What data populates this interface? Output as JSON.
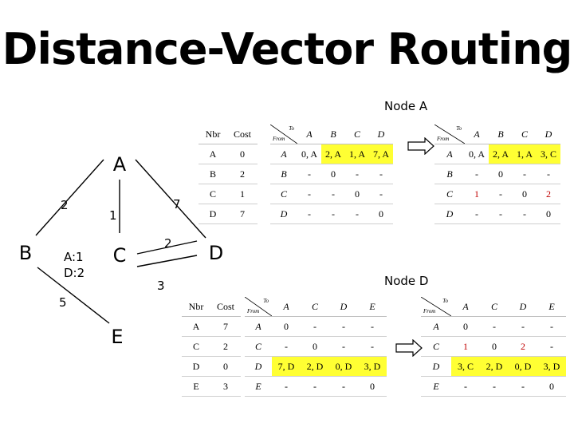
{
  "title": "Distance-Vector Routing",
  "sections": {
    "node_a": "Node A",
    "node_d": "Node D"
  },
  "graph": {
    "nodes": {
      "a": "A",
      "b": "B",
      "c": "C",
      "d": "D",
      "e": "E"
    },
    "weights": {
      "a_b": "2",
      "a_c": "1",
      "a_d": "7",
      "c_d": "2",
      "c_e": "3",
      "b_e": "5"
    },
    "c_costs": [
      "A:1",
      "D:2"
    ]
  },
  "colors": {
    "highlight": "#ffff33",
    "changed_text": "#c00000"
  },
  "tables": {
    "a_nbr": {
      "header": [
        "Nbr",
        "Cost"
      ],
      "rows": [
        [
          "A",
          "0"
        ],
        [
          "B",
          "2"
        ],
        [
          "C",
          "1"
        ],
        [
          "D",
          "7"
        ]
      ]
    },
    "a_dv1": {
      "header_to": "To",
      "header_from": "From",
      "cols": [
        "A",
        "B",
        "C",
        "D"
      ],
      "rows": [
        {
          "label": "A",
          "cells": [
            "0, A",
            "2, A",
            "1, A",
            "7, A"
          ],
          "hl": [
            false,
            true,
            true,
            true
          ],
          "red": [
            false,
            false,
            false,
            false
          ]
        },
        {
          "label": "B",
          "cells": [
            "-",
            "0",
            "-",
            "-"
          ],
          "hl": [
            false,
            false,
            false,
            false
          ],
          "red": [
            false,
            false,
            false,
            false
          ]
        },
        {
          "label": "C",
          "cells": [
            "-",
            "-",
            "0",
            "-"
          ],
          "hl": [
            false,
            false,
            false,
            false
          ],
          "red": [
            false,
            false,
            false,
            false
          ]
        },
        {
          "label": "D",
          "cells": [
            "-",
            "-",
            "-",
            "0"
          ],
          "hl": [
            false,
            false,
            false,
            false
          ],
          "red": [
            false,
            false,
            false,
            false
          ]
        }
      ]
    },
    "a_dv2": {
      "header_to": "To",
      "header_from": "From",
      "cols": [
        "A",
        "B",
        "C",
        "D"
      ],
      "rows": [
        {
          "label": "A",
          "cells": [
            "0, A",
            "2, A",
            "1, A",
            "3, C"
          ],
          "hl": [
            false,
            true,
            true,
            true
          ],
          "red": [
            false,
            false,
            false,
            false
          ]
        },
        {
          "label": "B",
          "cells": [
            "-",
            "0",
            "-",
            "-"
          ],
          "hl": [
            false,
            false,
            false,
            false
          ],
          "red": [
            false,
            false,
            false,
            false
          ]
        },
        {
          "label": "C",
          "cells": [
            "1",
            "-",
            "0",
            "2"
          ],
          "hl": [
            false,
            false,
            false,
            false
          ],
          "red": [
            true,
            false,
            false,
            true
          ]
        },
        {
          "label": "D",
          "cells": [
            "-",
            "-",
            "-",
            "0"
          ],
          "hl": [
            false,
            false,
            false,
            false
          ],
          "red": [
            false,
            false,
            false,
            false
          ]
        }
      ]
    },
    "d_nbr": {
      "header": [
        "Nbr",
        "Cost"
      ],
      "rows": [
        [
          "A",
          "7"
        ],
        [
          "C",
          "2"
        ],
        [
          "D",
          "0"
        ],
        [
          "E",
          "3"
        ]
      ]
    },
    "d_dv1": {
      "header_to": "To",
      "header_from": "From",
      "cols": [
        "A",
        "C",
        "D",
        "E"
      ],
      "rows": [
        {
          "label": "A",
          "cells": [
            "0",
            "-",
            "-",
            "-"
          ],
          "hl": [
            false,
            false,
            false,
            false
          ],
          "red": [
            false,
            false,
            false,
            false
          ]
        },
        {
          "label": "C",
          "cells": [
            "-",
            "0",
            "-",
            "-"
          ],
          "hl": [
            false,
            false,
            false,
            false
          ],
          "red": [
            false,
            false,
            false,
            false
          ]
        },
        {
          "label": "D",
          "cells": [
            "7, D",
            "2, D",
            "0, D",
            "3, D"
          ],
          "hl": [
            true,
            true,
            true,
            true
          ],
          "red": [
            false,
            false,
            false,
            false
          ]
        },
        {
          "label": "E",
          "cells": [
            "-",
            "-",
            "-",
            "0"
          ],
          "hl": [
            false,
            false,
            false,
            false
          ],
          "red": [
            false,
            false,
            false,
            false
          ]
        }
      ]
    },
    "d_dv2": {
      "header_to": "To",
      "header_from": "From",
      "cols": [
        "A",
        "C",
        "D",
        "E"
      ],
      "rows": [
        {
          "label": "A",
          "cells": [
            "0",
            "-",
            "-",
            "-"
          ],
          "hl": [
            false,
            false,
            false,
            false
          ],
          "red": [
            false,
            false,
            false,
            false
          ]
        },
        {
          "label": "C",
          "cells": [
            "1",
            "0",
            "2",
            "-"
          ],
          "hl": [
            false,
            false,
            false,
            false
          ],
          "red": [
            true,
            false,
            true,
            false
          ]
        },
        {
          "label": "D",
          "cells": [
            "3, C",
            "2, D",
            "0, D",
            "3, D"
          ],
          "hl": [
            true,
            true,
            true,
            true
          ],
          "red": [
            false,
            false,
            false,
            false
          ]
        },
        {
          "label": "E",
          "cells": [
            "-",
            "-",
            "-",
            "0"
          ],
          "hl": [
            false,
            false,
            false,
            false
          ],
          "red": [
            false,
            false,
            false,
            false
          ]
        }
      ]
    }
  }
}
